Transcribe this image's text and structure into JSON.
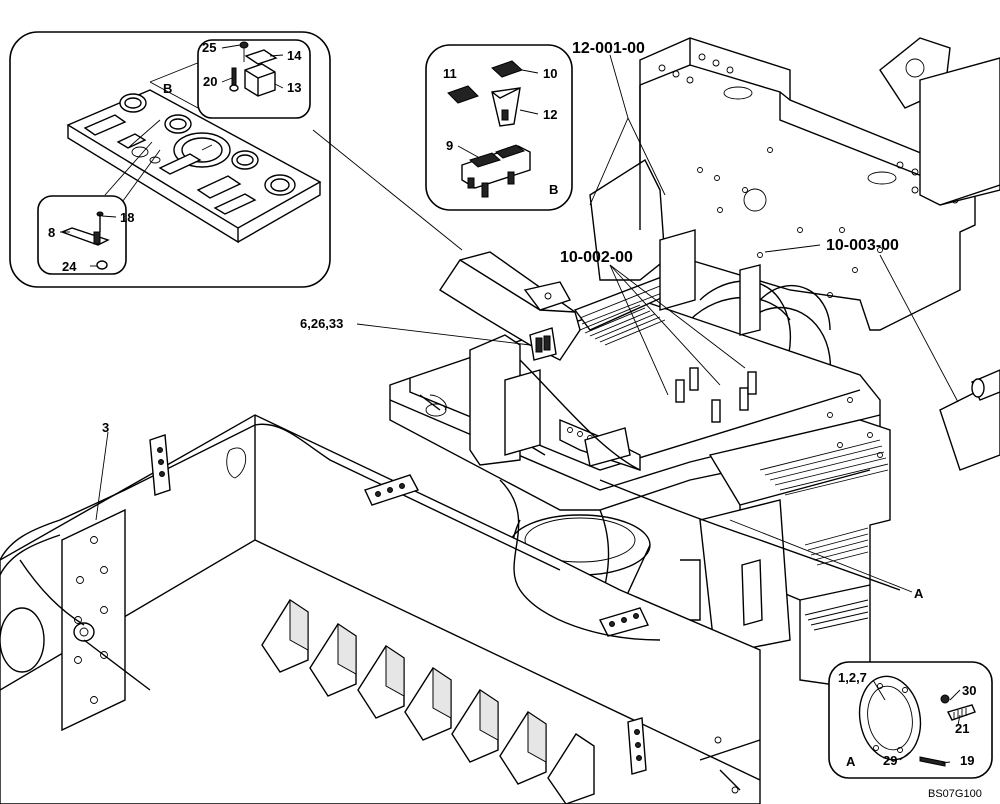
{
  "drawing_id": "BS07G100",
  "assembly_refs": {
    "cab_frame": "12-001-00",
    "left_console": "10-002-00",
    "right_console": "10-003-00"
  },
  "callouts": {
    "main_wiring": "3",
    "switch_group": "6,26,33",
    "detail_a_ref": "A",
    "detail_b_ref": "B"
  },
  "detail_panel": {
    "items": {
      "p25": "25",
      "p14": "14",
      "p20": "20",
      "p13": "13",
      "p18": "18",
      "p8": "8",
      "p24": "24"
    },
    "b_label": "B"
  },
  "detail_b": {
    "items": {
      "p11": "11",
      "p10": "10",
      "p12": "12",
      "p9": "9"
    },
    "title": "B"
  },
  "detail_a": {
    "items": {
      "p127": "1,2,7",
      "p30": "30",
      "p21": "21",
      "p29": "29",
      "p19": "19"
    },
    "title": "A"
  },
  "colors": {
    "line": "#000000",
    "background": "#ffffff"
  }
}
